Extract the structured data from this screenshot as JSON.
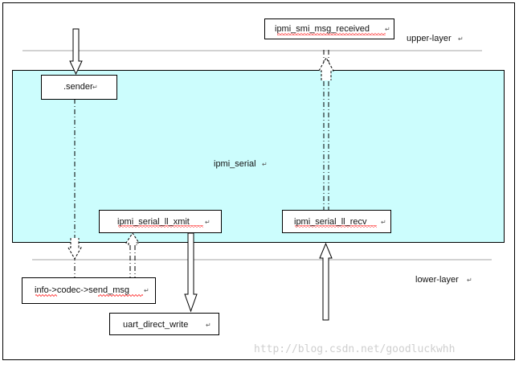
{
  "labels": {
    "upper_layer": "upper-layer",
    "lower_layer": "lower-layer",
    "core": "ipmi_serial"
  },
  "boxes": {
    "smi_msg_received": "ipmi_smi_msg_received",
    "sender": ".sender",
    "ll_xmit": "ipmi_serial_ll_xmit",
    "ll_recv": "ipmi_serial_ll_recv",
    "codec_send_msg": "info->codec->send_msg",
    "uart_direct_write": "uart_direct_write"
  },
  "paragraph_mark": "↵",
  "watermark": "http://blog.csdn.net/goodluckwhh",
  "colors": {
    "core_fill": "#ccfdfd",
    "line": "#000000",
    "separator": "#a6a6a6",
    "spellcheck": "#ff0000"
  }
}
